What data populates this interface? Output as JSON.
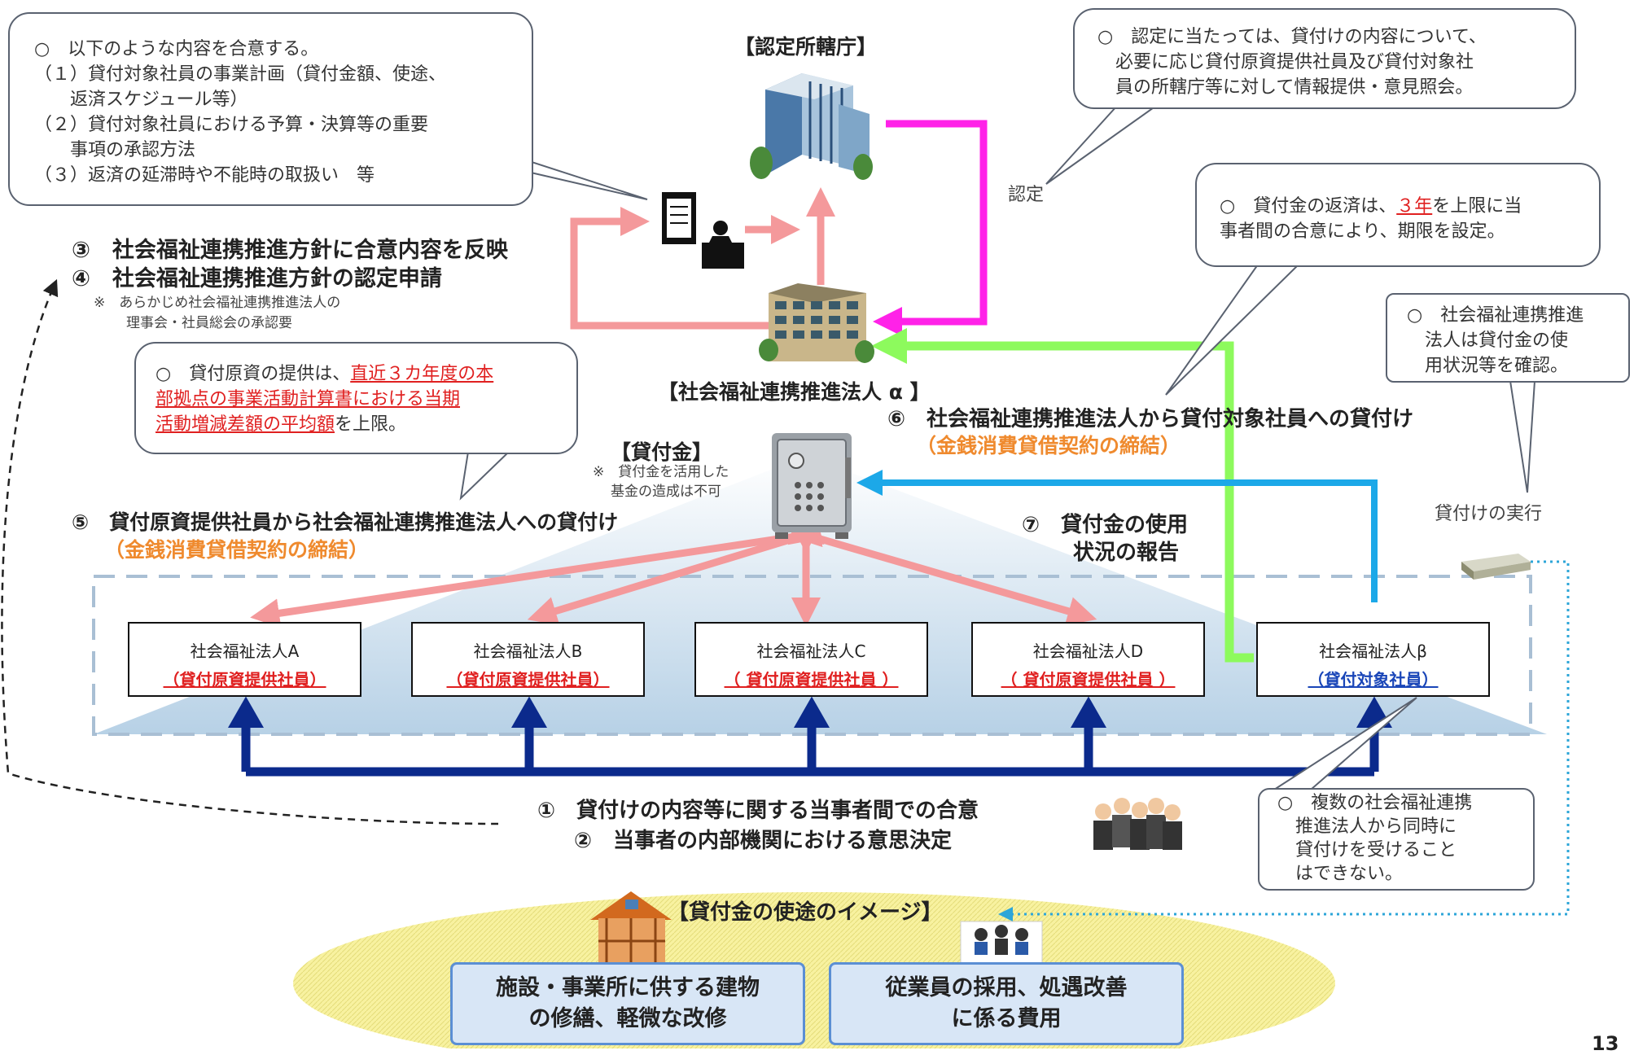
{
  "bubbles": {
    "agreement": {
      "lines": [
        "○　以下のような内容を合意する。",
        "（１）貸付対象社員の事業計画（貸付金額、使途、",
        "　　返済スケジュール等）",
        "（２）貸付対象社員における予算・決算等の重要",
        "　　事項の承認方法",
        "（３）返済の延滞時や不能時の取扱い　等"
      ]
    },
    "certification": {
      "lines": [
        "○　認定に当たっては、貸付けの内容について、",
        "　必要に応じ貸付原資提供社員及び貸付対象社",
        "　員の所轄庁等に対して情報提供・意見照会。"
      ]
    },
    "repayment": {
      "line1_a": "○　貸付金の返済は、",
      "line1_red": "３年",
      "line1_b": "を上限に当",
      "line2": "事者間の合意により、期限を設定。"
    },
    "usage_check": {
      "lines": [
        "○　社会福祉連携推進",
        "法人は貸付金の使",
        "用状況等を確認。"
      ]
    },
    "funds": {
      "line1_a": "○　貸付原資の提供は、",
      "line1_red": "直近３カ年度の本",
      "line2_red": "部拠点の事業活動計算書における当期",
      "line3_red": "活動増減差額の平均額",
      "line3_b": "を上限。"
    },
    "multiple": {
      "lines": [
        "○　複数の社会福祉連携",
        "推進法人から同時に",
        "貸付けを受けること",
        "はできない。"
      ]
    }
  },
  "labels": {
    "authority": "【認定所轄庁】",
    "certified": "認定",
    "corp_alpha": "【社会福祉連携推進法人 α 】",
    "loan_fund": "【貸付金】",
    "loan_fund_note1": "※　貸付金を活用した",
    "loan_fund_note2": "基金の造成は不可",
    "execution": "貸付けの実行",
    "step3": "③　社会福祉連携推進方針に合意内容を反映",
    "step4": "④　社会福祉連携推進方針の認定申請",
    "approval_note1": "※　あらかじめ社会福祉連携推進法人の",
    "approval_note2": "理事会・社員総会の承認要",
    "step5": "⑤　貸付原資提供社員から社会福祉連携推進法人への貸付け",
    "step5_sub": "（金銭消費貸借契約の締結）",
    "step6": "⑥　社会福祉連携推進法人から貸付対象社員への貸付け",
    "step6_sub": "（金銭消費貸借契約の締結）",
    "step7_a": "⑦　貸付金の使用",
    "step7_b": "状況の報告",
    "step1": "①　貸付けの内容等に関する当事者間での合意",
    "step2": "②　当事者の内部機関における意思決定",
    "usage_title": "【貸付金の使途のイメージ】"
  },
  "corps": [
    {
      "name": "社会福祉法人A",
      "role": "（貸付原資提供社員）"
    },
    {
      "name": "社会福祉法人B",
      "role": "（貸付原資提供社員）"
    },
    {
      "name": "社会福祉法人C",
      "role": "（ 貸付原資提供社員 ）"
    },
    {
      "name": "社会福祉法人D",
      "role": "（ 貸付原資提供社員 ）"
    },
    {
      "name": "社会福祉法人β",
      "role": "（貸付対象社員）"
    }
  ],
  "usage_boxes": [
    {
      "line1": "施設・事業所に供する建物",
      "line2": "の修繕、軽微な改修"
    },
    {
      "line1": "従業員の採用、処遇改善",
      "line2": "に係る費用"
    }
  ],
  "page_number": "13",
  "colors": {
    "pink": "#f4999b",
    "magenta": "#ff22e8",
    "green": "#8dfa5d",
    "blue": "#1ca8e8",
    "navy": "#0b2a8c",
    "orange": "#ef8a2e",
    "red": "#e02020"
  }
}
